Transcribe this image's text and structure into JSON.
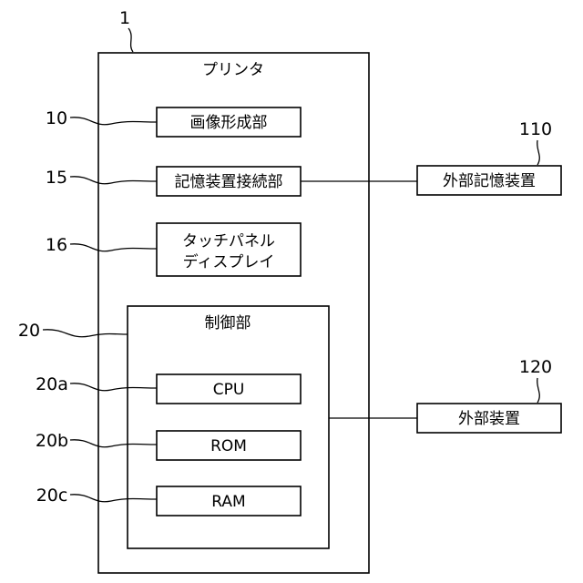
{
  "figure": {
    "device_ref": "1",
    "device_title": "プリンタ",
    "components": [
      {
        "ref": "10",
        "label": "画像形成部"
      },
      {
        "ref": "15",
        "label": "記憶装置接続部"
      },
      {
        "ref": "16",
        "label_lines": [
          "タッチパネル",
          "ディスプレイ"
        ]
      }
    ],
    "controller": {
      "ref": "20",
      "title": "制御部",
      "parts": [
        {
          "ref": "20a",
          "label": "CPU"
        },
        {
          "ref": "20b",
          "label": "ROM"
        },
        {
          "ref": "20c",
          "label": "RAM"
        }
      ]
    },
    "external": [
      {
        "ref": "110",
        "label": "外部記憶装置"
      },
      {
        "ref": "120",
        "label": "外部装置"
      }
    ]
  }
}
